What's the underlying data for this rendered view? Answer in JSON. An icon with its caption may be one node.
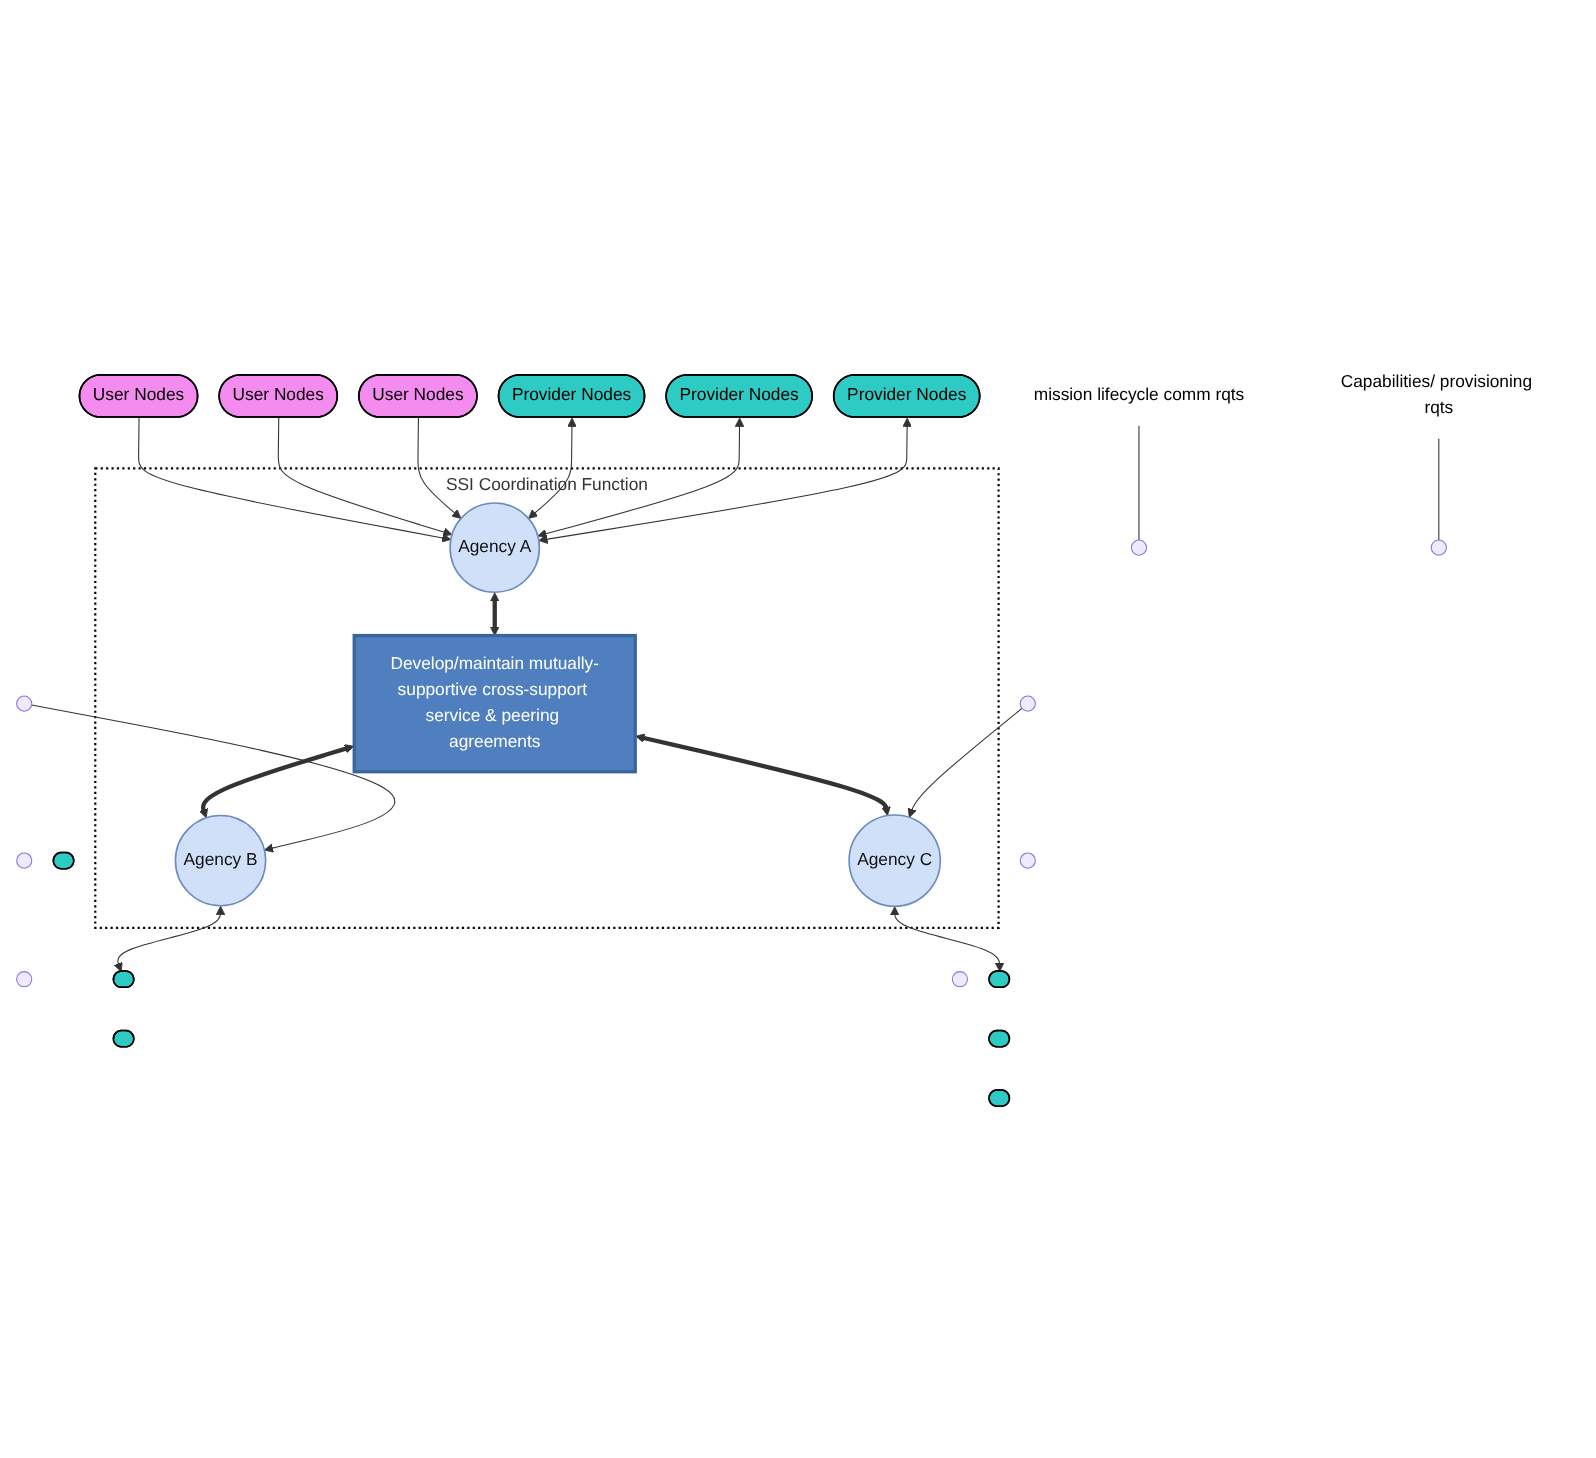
{
  "diagram": {
    "nodes": [
      {
        "text": [
          "SSI Coordination Function"
        ]
      },
      {
        "text": [
          "User Nodes"
        ]
      },
      {
        "text": [
          "User Nodes"
        ]
      },
      {
        "text": [
          "User Nodes"
        ]
      },
      {
        "text": [
          "Provider Nodes"
        ]
      },
      {
        "text": [
          "Provider Nodes"
        ]
      },
      {
        "text": [
          "Provider Nodes"
        ]
      },
      {
        "text": [
          "mission lifecycle comm rqts"
        ]
      },
      {
        "text": [
          "Capabilities/ provisioning rqts"
        ]
      },
      {
        "text": [
          "Agency A"
        ],
        "in": 0
      },
      {
        "text": [
          "Develop/maintain mutually-supportive cross-support service & peering agreements"
        ],
        "in": 0
      },
      {
        "text": [
          "Agency B"
        ],
        "in": 0
      },
      {
        "text": [
          "Agency C"
        ],
        "in": 0
      },
      {
        "text": [],
        "shape": "circle"
      },
      {
        "text": [],
        "shape": "circle"
      },
      {
        "text": [],
        "shape": "circle"
      },
      {
        "text": [],
        "shape": "ellipse"
      },
      {
        "text": [],
        "shape": "ellipse"
      },
      {
        "text": [],
        "shape": "ellipse"
      },
      {
        "text": [],
        "shape": "circle"
      },
      {
        "text": [],
        "shape": "circle"
      },
      {
        "text": [],
        "shape": "circle"
      },
      {
        "text": [],
        "shape": "ellipse"
      },
      {
        "text": [],
        "shape": "ellipse"
      },
      {
        "text": [],
        "shape": "ellipse"
      }
    ],
    "edges": [
      {
        "from": 1,
        "to": 9,
        "arrow": "to"
      },
      {
        "from": 2,
        "to": 9,
        "arrow": "to"
      },
      {
        "from": 3,
        "to": 9,
        "arrow": "to"
      },
      {
        "from": 4,
        "to": 9,
        "arrow": "both"
      },
      {
        "from": 5,
        "to": 9,
        "arrow": "both"
      },
      {
        "from": 6,
        "to": 9,
        "arrow": "both"
      },
      {
        "from": 7,
        "to": null,
        "arrow": "none"
      },
      {
        "from": 8,
        "to": null,
        "arrow": "none"
      },
      {
        "from": 9,
        "to": 10,
        "arrow": "both",
        "style": "thick"
      },
      {
        "from": 10,
        "to": 11,
        "arrow": "both",
        "style": "thick"
      },
      {
        "from": 10,
        "to": 12,
        "arrow": "both",
        "style": "thick"
      },
      {
        "from": 13,
        "to": 11,
        "arrow": "to"
      },
      {
        "from": 11,
        "to": 17,
        "arrow": "both"
      },
      {
        "from": 19,
        "to": 12,
        "arrow": "to"
      },
      {
        "from": 12,
        "to": 22,
        "arrow": "both"
      }
    ]
  }
}
